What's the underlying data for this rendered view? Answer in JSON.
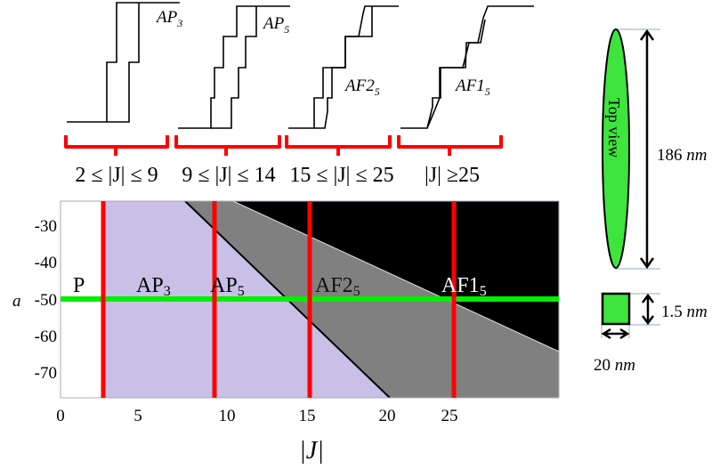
{
  "chart_data": {
    "type": "heatmap",
    "title": "",
    "xlabel": "|J|",
    "ylabel": "a",
    "xlim": [
      0,
      32
    ],
    "ylim": [
      -77,
      -24
    ],
    "x_ticks": [
      "0",
      "5",
      "10",
      "15",
      "20",
      "25"
    ],
    "y_ticks": [
      "-30",
      "-40",
      "-50",
      "-60",
      "-70"
    ],
    "regions": [
      {
        "name": "P",
        "label_main": "P",
        "label_sub": "",
        "color": "#ffffff"
      },
      {
        "name": "AP3",
        "label_main": "AP",
        "label_sub": "3",
        "color": "#c8c0e6"
      },
      {
        "name": "AP5",
        "label_main": "AP",
        "label_sub": "5",
        "color": "#c8c0e6"
      },
      {
        "name": "AF25",
        "label_main": "AF2",
        "label_sub": "5",
        "color": "#808080"
      },
      {
        "name": "AF15",
        "label_main": "AF1",
        "label_sub": "5",
        "color": "#000000"
      }
    ],
    "vertical_markers_J": [
      2.5,
      9.5,
      15.5,
      25
    ],
    "horizontal_marker_a": -50,
    "marker_colors": {
      "vertical": "#ff0000",
      "horizontal": "#00ee00"
    }
  },
  "panels": [
    {
      "range": "2 ≤ |J| ≤ 9",
      "curve_main": "AP",
      "curve_sub": "3"
    },
    {
      "range": "9 ≤ |J| ≤ 14",
      "curve_main": "AP",
      "curve_sub": "5"
    },
    {
      "range": "15 ≤ |J| ≤ 25",
      "curve_main": "AF2",
      "curve_sub": "5"
    },
    {
      "range": "|J| ≥25",
      "curve_main": "AF1",
      "curve_sub": "5"
    }
  ],
  "geometry_labels": {
    "top_view": "Top view",
    "length_num": "186",
    "thickness_num": "1.5",
    "width_num": "20",
    "unit": "nm",
    "shape_color": "#3de53d"
  }
}
